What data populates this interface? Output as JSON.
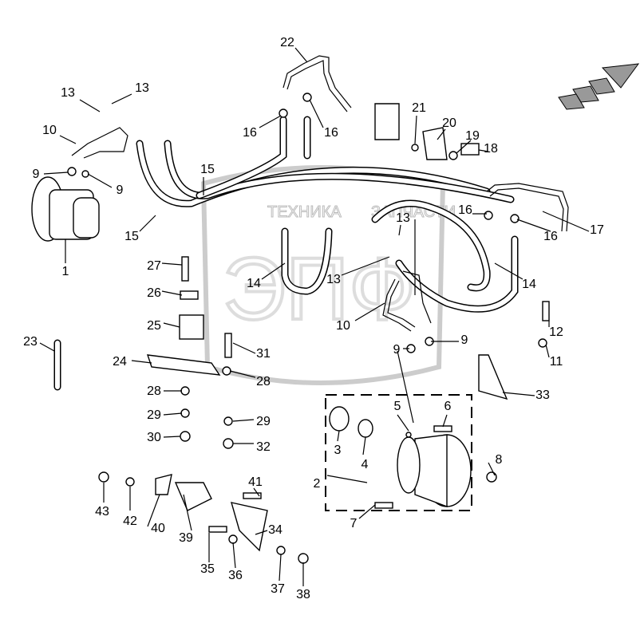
{
  "watermark": {
    "left": "ТЕХНИКА",
    "right": "ЗАПЧАСТИ",
    "logo": "ЭПФ"
  },
  "labels": [
    "22",
    "13",
    "13",
    "10",
    "9",
    "9",
    "1",
    "16",
    "16",
    "21",
    "20",
    "19",
    "18",
    "15",
    "15",
    "16",
    "16",
    "17",
    "13",
    "13",
    "14",
    "14",
    "27",
    "26",
    "25",
    "10",
    "9",
    "9",
    "12",
    "11",
    "23",
    "24",
    "31",
    "28",
    "33",
    "28",
    "29",
    "29",
    "30",
    "32",
    "5",
    "6",
    "3",
    "4",
    "8",
    "2",
    "7",
    "41",
    "43",
    "42",
    "40",
    "39",
    "34",
    "35",
    "36",
    "37",
    "38"
  ],
  "colors": {
    "line": "#000000",
    "watermark": "#bbbbbb",
    "arrow_fill": "#888888"
  },
  "icons": [
    "direction-arrow-icon"
  ]
}
